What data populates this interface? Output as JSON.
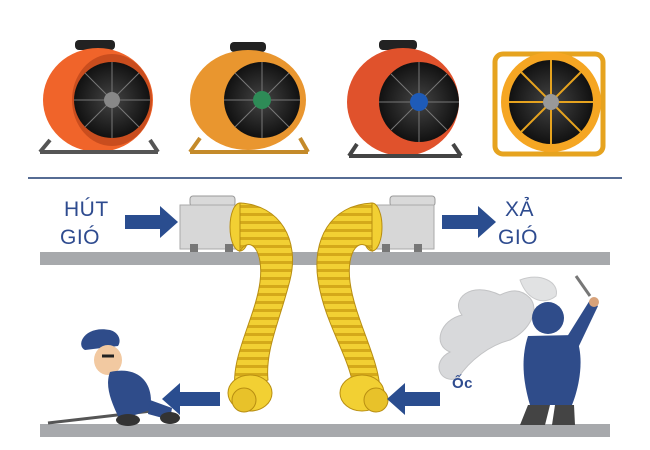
{
  "labels": {
    "intake_line1": "HÚT",
    "intake_line2": "GIÓ",
    "exhaust_line1": "XẢ",
    "exhaust_line2": "GIÓ",
    "gas_label": "Ốc"
  },
  "products": [
    {
      "body_color": "#f0642a",
      "stand": "tubular"
    },
    {
      "body_color": "#e9962f",
      "stand": "tubular"
    },
    {
      "body_color": "#e0522c",
      "stand": "tubular"
    },
    {
      "body_color": "#f5a623",
      "stand": "frame"
    }
  ],
  "colors": {
    "arrow": "#2a4d8f",
    "floor": "#a7a9ac",
    "duct": "#f2d033",
    "worker": "#2f4c8a",
    "divider": "#1f3b70"
  },
  "icons": [
    "fan-icon",
    "arrow-right-icon",
    "arrow-left-icon",
    "flexible-duct-icon",
    "worker-icon",
    "smoke-icon"
  ]
}
